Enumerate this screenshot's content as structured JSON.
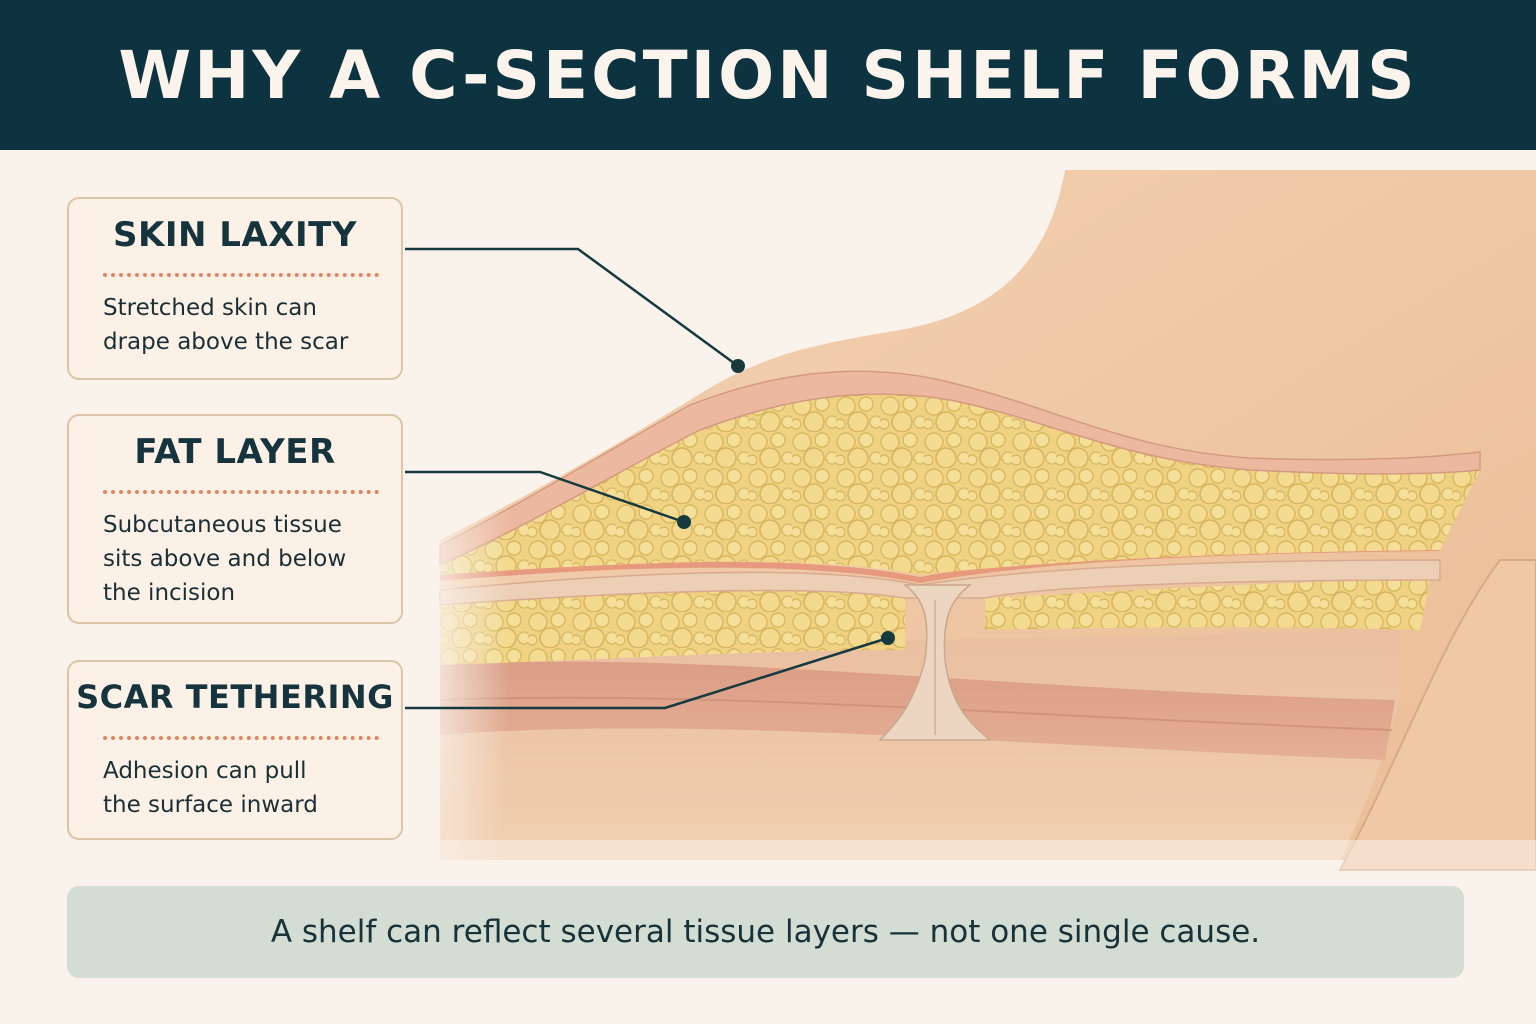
{
  "title": "WHY A C-SECTION SHELF FORMS",
  "labels": [
    {
      "heading": "SKIN LAXITY",
      "body": "Stretched skin can\ndrape above the scar"
    },
    {
      "heading": "FAT LAYER",
      "body": "Subcutaneous tissue\nsits above and below\nthe incision"
    },
    {
      "heading": "SCAR TETHERING",
      "body": "Adhesion can pull\nthe surface inward"
    }
  ],
  "caption": "A shelf can reflect several tissue layers — not one single cause.",
  "colors": {
    "header_bg": "#0e3340",
    "background": "#faf3ec",
    "skin": "#f0c9a3",
    "fat": "#efd382",
    "muscle": "#d99a82",
    "leader_line": "#163a40",
    "divider": "#e0855f",
    "caption_bg": "#d3ddd3"
  }
}
